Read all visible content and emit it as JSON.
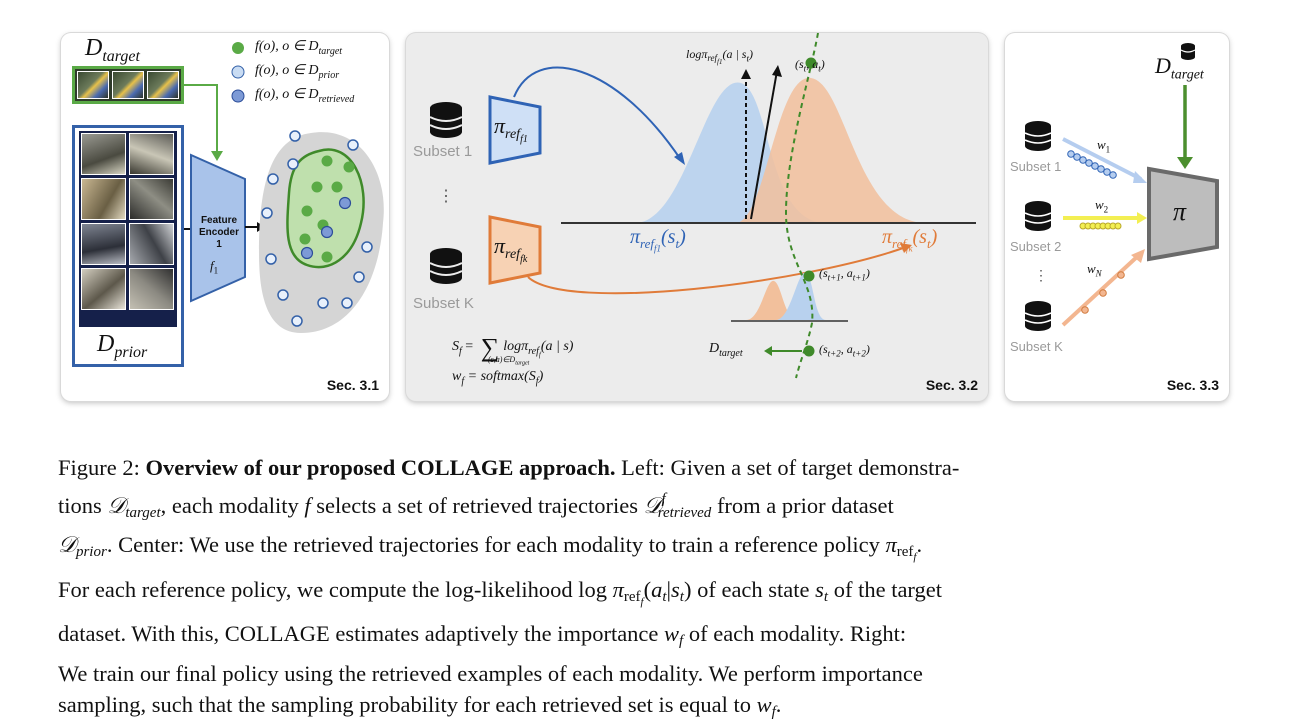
{
  "left_panel": {
    "title": "D",
    "title_sub": "target",
    "prior_label": "D",
    "prior_sub": "prior",
    "legend": [
      {
        "text": "f(o), o ∈ D",
        "sub": "target",
        "color": "#5aaa46"
      },
      {
        "text": "f(o), o ∈ D",
        "sub": "prior",
        "color": "#c9dcf3"
      },
      {
        "text": "f(o), o ∈ D",
        "sub": "retrieved",
        "color": "#7d9ad6"
      }
    ],
    "encoder_line1": "Feature",
    "encoder_line2": "Encoder",
    "encoder_line3": "1",
    "encoder_f": "f",
    "encoder_f_sub": "1",
    "section": "Sec. 3.1",
    "colors": {
      "target": "#5aaa46",
      "prior": "#3461a8",
      "encoder": "#a9c3ea"
    }
  },
  "center_panel": {
    "subset1": "Subset 1",
    "subset_k": "Subset K",
    "ellipsis": "⋮",
    "pi_ref_f1": "π",
    "pi_ref_f1_sub": "ref",
    "pi_ref_f1_subsub": "f1",
    "pi_ref_fk": "π",
    "pi_ref_fk_sub": "ref",
    "pi_ref_fk_subsub": "fk",
    "dist_label_1": "π",
    "dist_label_1_sub": "ref",
    "dist_label_1_subsub": "f1",
    "dist_label_1_arg": "(s",
    "dist_label_1_arg_sub": "t",
    "dist_label_k": "π",
    "dist_label_k_sub": "ref",
    "dist_label_k_subsub": "fk",
    "dist_label_k_arg": "(s",
    "dist_label_k_arg_sub": "t",
    "log_label": "logπ",
    "log_label_sub": "ref",
    "log_label_subsub": "f1",
    "log_label_tail": "(a | s",
    "log_label_tail_sub": "t",
    "point_t": "(s",
    "point_t_sub1": "t",
    "point_t_mid": ", a",
    "point_t_sub2": "t",
    "point_t1": "(s",
    "point_t1_sub1": "t+1",
    "point_t1_mid": ", a",
    "point_t1_sub2": "t+1",
    "point_t2": "(s",
    "point_t2_sub1": "t+2",
    "point_t2_mid": ", a",
    "point_t2_sub2": "t+2",
    "d_target": "D",
    "d_target_sub": "target",
    "formula_s": "S",
    "formula_s_sub": "f",
    "formula_eq": " = ",
    "formula_sum": "∑",
    "formula_sum_sub": "(s,a)∈D",
    "formula_sum_subsub": "target",
    "formula_log": "logπ",
    "formula_log_sub": "ref",
    "formula_log_subsub": "f",
    "formula_log_tail": "(a | s)",
    "formula_w": "w",
    "formula_w_sub": "f",
    "formula_w_eq": " = softmax(S",
    "formula_w_eq_sub": "f",
    "formula_w_end": ")",
    "section": "Sec. 3.2",
    "colors": {
      "blue": "#2f63b5",
      "orange": "#e07b39",
      "blue_fill": "#b8d1ee",
      "orange_fill": "#f2c09c",
      "green": "#3f8a2a"
    }
  },
  "right_panel": {
    "d_target": "D",
    "d_target_sub": "target",
    "subset1": "Subset 1",
    "subset2": "Subset 2",
    "subset_k": "Subset K",
    "ellipsis": "⋮",
    "w1": "w",
    "w1_sub": "1",
    "w2": "w",
    "w2_sub": "2",
    "wn": "w",
    "wn_sub": "N",
    "pi": "π",
    "section": "Sec. 3.3",
    "colors": {
      "w1": "#b5cdef",
      "w2": "#f3ef52",
      "wn": "#f3b690",
      "policy": "#bdbdbd",
      "green": "#4c8f2e"
    }
  },
  "caption": {
    "prefix": "Figure 2: ",
    "bold": "Overview of our proposed COLLAGE approach.",
    "l1_rest": " Left: Given a set of target demonstra-",
    "l2_a": "tions ",
    "l2_d": "𝒟",
    "l2_d_sub": "target",
    "l2_b": ", each modality ",
    "l2_f": "f",
    "l2_c": " selects a set of retrieved trajectories ",
    "l2_d2": "𝒟",
    "l2_d2_sup": "f",
    "l2_d2_sub": "retrieved",
    "l2_e": " from a prior dataset",
    "l3_d": "𝒟",
    "l3_d_sub": "prior",
    "l3_a": ". Center: We use the retrieved trajectories for each modality to train a reference policy ",
    "l3_pi": "π",
    "l3_pi_sub": "ref",
    "l3_pi_subsub": "f",
    "l3_end": ".",
    "l4_a": "For each reference policy, we compute the log-likelihood log ",
    "l4_pi": "π",
    "l4_pi_sub": "ref",
    "l4_pi_subsub": "f",
    "l4_b": "(",
    "l4_at": "a",
    "l4_at_sub": "t",
    "l4_c": "|",
    "l4_st": "s",
    "l4_st_sub": "t",
    "l4_d": ") of each state ",
    "l4_s": "s",
    "l4_s_sub": "t",
    "l4_e": " of the target",
    "l5_a": "dataset. With this, COLLAGE estimates adaptively the importance ",
    "l5_w": "w",
    "l5_w_sub": "f",
    "l5_b": " of each modality. Right:",
    "l6": "We train our final policy using the retrieved examples of each modality. We perform importance",
    "l7_a": "sampling, such that the sampling probability for each retrieved set is equal to ",
    "l7_w": "w",
    "l7_w_sub": "f",
    "l7_b": "."
  }
}
